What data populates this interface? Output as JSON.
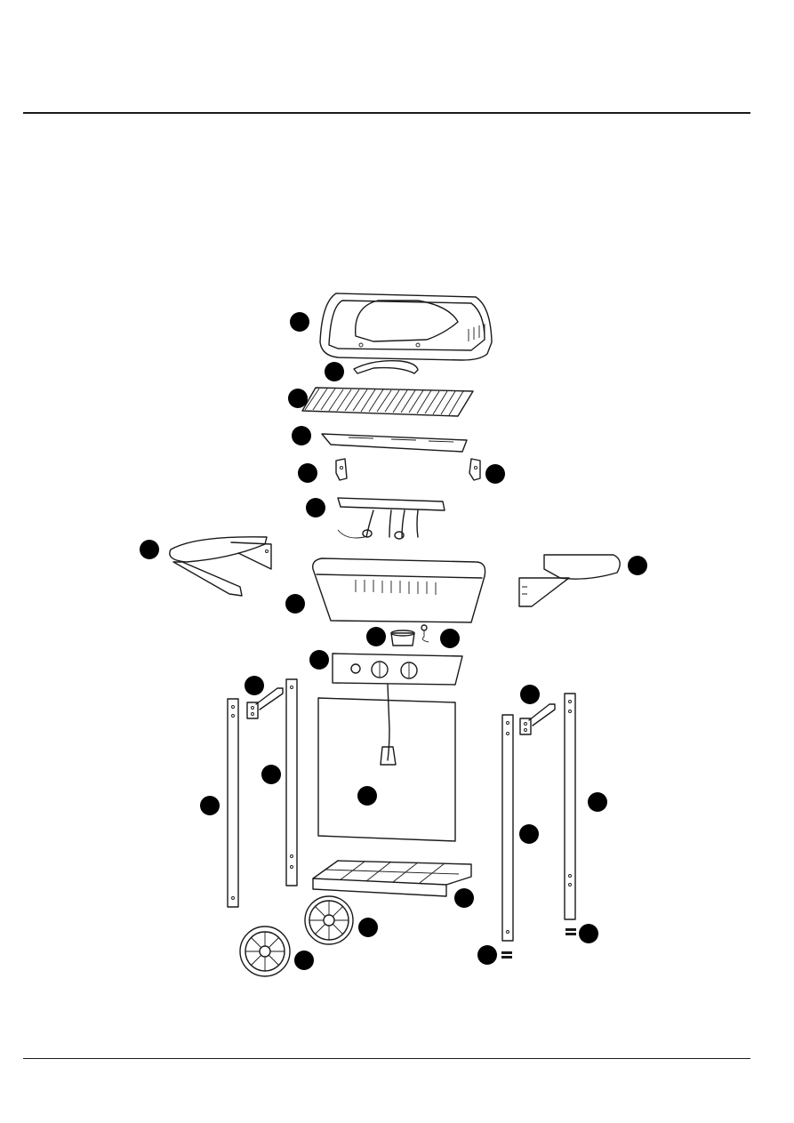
{
  "page": {
    "background": "#ffffff",
    "ink": "#1a1a1a"
  },
  "diagram": {
    "type": "exploded-parts-view",
    "subject": "gas-grill",
    "callout_color": "#000000",
    "callout_count": 25
  }
}
